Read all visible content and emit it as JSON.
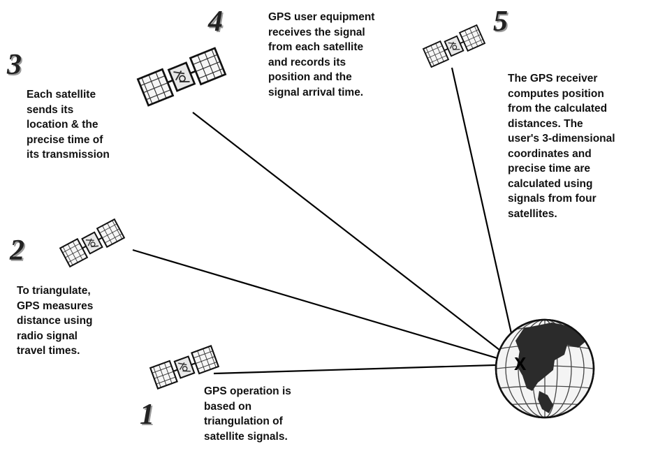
{
  "steps": [
    {
      "number": "1",
      "text": "GPS operation is\nbased on\ntriangulation of\nsatellite signals."
    },
    {
      "number": "2",
      "text": "To triangulate,\nGPS measures\ndistance using\nradio signal\ntravel times."
    },
    {
      "number": "3",
      "text": "Each satellite\nsends its\nlocation & the\nprecise time of\nits transmission"
    },
    {
      "number": "4",
      "text": "GPS user equipment\nreceives the signal\nfrom each satellite\nand records its\nposition and the\nsignal arrival time."
    },
    {
      "number": "5",
      "text": "The GPS receiver\ncomputes position\nfrom the calculated\ndistances. The\nuser's 3-dimensional\ncoordinates and\nprecise time are\ncalculated using\nsignals from four\nsatellites."
    }
  ],
  "receiver_mark": "X",
  "colors": {
    "ink": "#111111",
    "globe_fill": "#f4f4f4",
    "land": "#2b2b2b",
    "shadow": "#9a9a9a"
  },
  "icons": [
    "satellite-icon",
    "globe-icon"
  ]
}
